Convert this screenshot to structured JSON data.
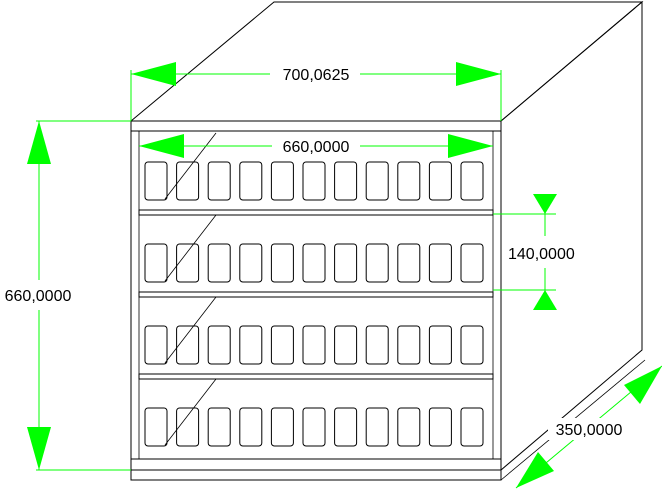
{
  "colors": {
    "outline": "#000000",
    "dimension": "#00ff00",
    "background": "#ffffff"
  },
  "dimensions": {
    "outer_width": "700,0625",
    "inner_width": "660,0000",
    "height": "660,0000",
    "shelf_spacing": "140,0000",
    "depth": "350,0000"
  },
  "cabinet": {
    "shelf_rows": 4,
    "slots_per_row": 11
  }
}
